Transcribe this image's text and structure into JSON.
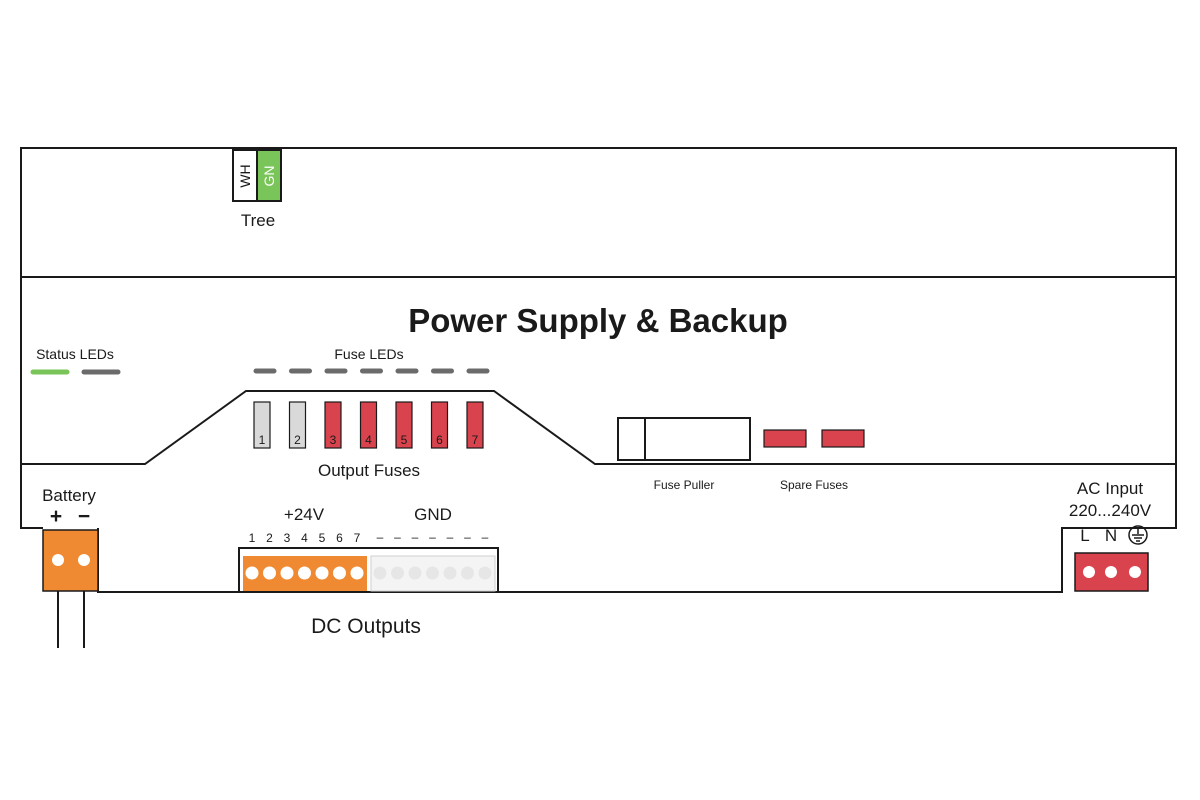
{
  "title": "Power Supply & Backup",
  "tree": {
    "label": "Tree",
    "wh": "WH",
    "gn": "GN"
  },
  "status_leds": {
    "label": "Status LEDs",
    "states": [
      "on-green",
      "off"
    ]
  },
  "fuse_leds": {
    "label": "Fuse LEDs",
    "count": 7
  },
  "output_fuses": {
    "label": "Output Fuses",
    "fuses": [
      {
        "number": "1",
        "state": "grey"
      },
      {
        "number": "2",
        "state": "grey"
      },
      {
        "number": "3",
        "state": "red"
      },
      {
        "number": "4",
        "state": "red"
      },
      {
        "number": "5",
        "state": "red"
      },
      {
        "number": "6",
        "state": "red"
      },
      {
        "number": "7",
        "state": "red"
      }
    ]
  },
  "fuse_puller": {
    "label": "Fuse Puller"
  },
  "spare_fuses": {
    "label": "Spare Fuses",
    "count": 2
  },
  "battery": {
    "label": "Battery",
    "plus": "+",
    "minus": "−"
  },
  "dc_outputs": {
    "label": "DC Outputs",
    "positive_label": "+24V",
    "ground_label": "GND",
    "terminal_numbers": [
      "1",
      "2",
      "3",
      "4",
      "5",
      "6",
      "7"
    ],
    "ground_marks": [
      "–",
      "–",
      "–",
      "–",
      "–",
      "–",
      "–"
    ]
  },
  "ac_input": {
    "label": "AC Input",
    "voltage": "220...240V",
    "l": "L",
    "n": "N",
    "earth_symbol": "earth-ground-icon"
  },
  "colors": {
    "green": "#7ac55a",
    "orange": "#f08a32",
    "red": "#d9434e",
    "grey_led": "#6b6b6b",
    "grey_fuse": "#d9d9d9",
    "outline": "#1a1a1a"
  }
}
